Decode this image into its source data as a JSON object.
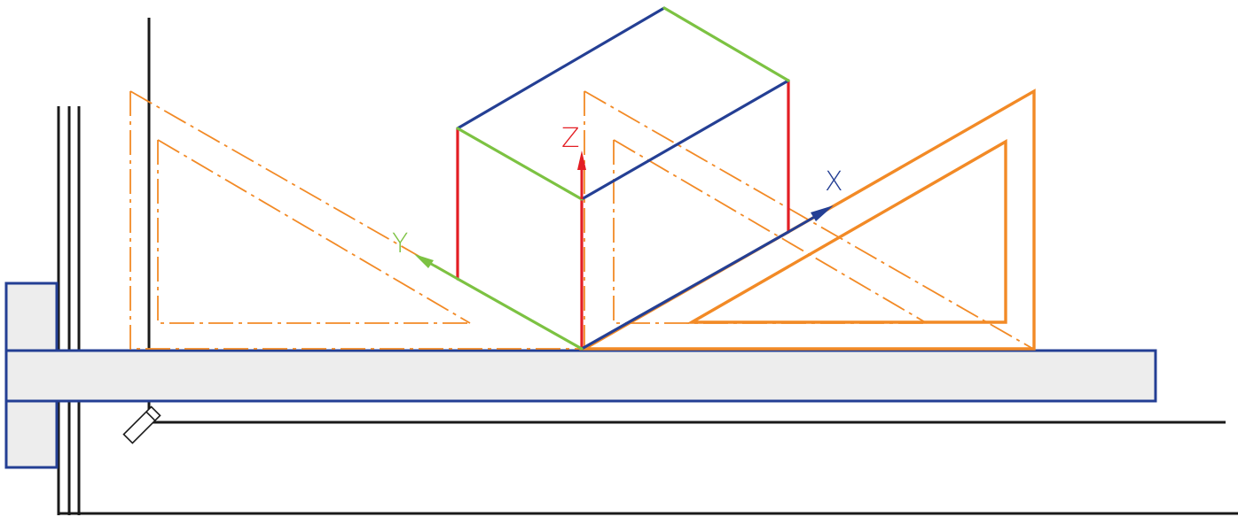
{
  "colors": {
    "black": "#1a1a1a",
    "blue": "#243f94",
    "orange": "#f28a26",
    "green": "#7cc242",
    "red": "#e31e24",
    "gray_fill": "#ededed"
  },
  "axes": {
    "x_label": "X",
    "y_label": "Y",
    "z_label": "Z"
  }
}
